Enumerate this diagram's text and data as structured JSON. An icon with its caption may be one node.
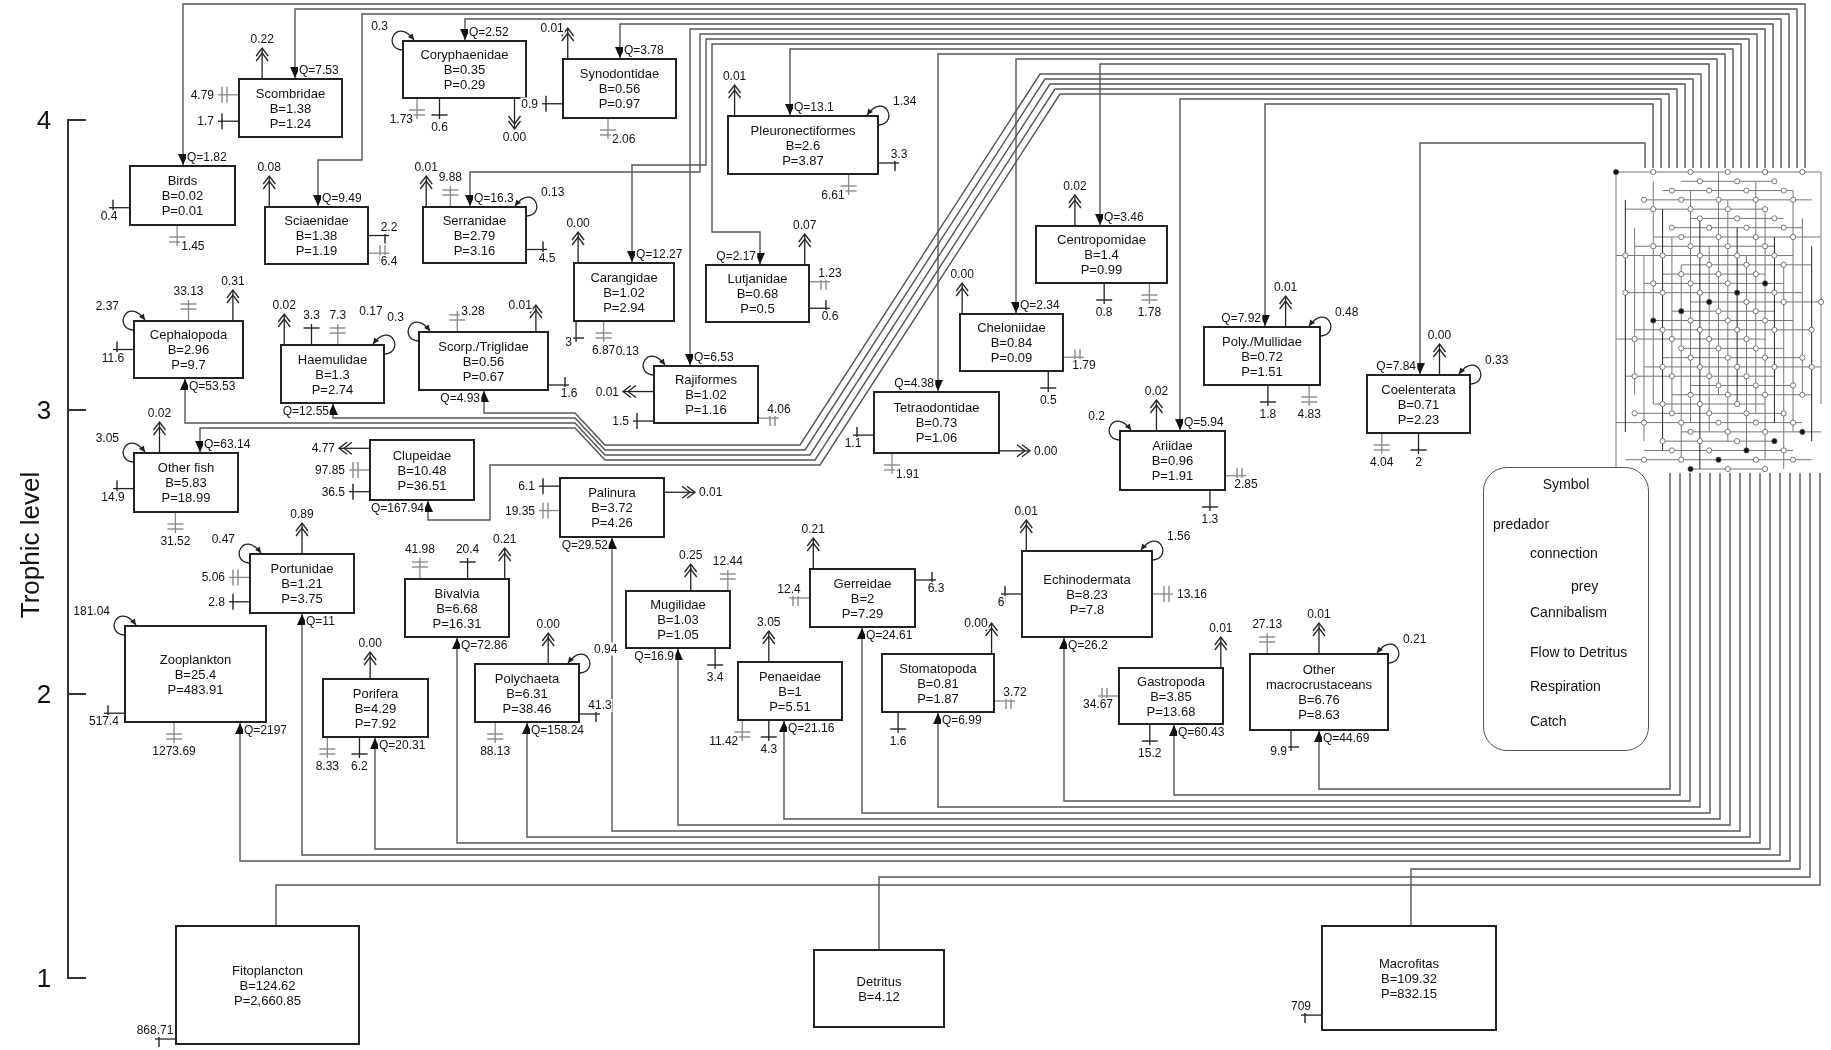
{
  "diagram": {
    "nodes": [
      {
        "text": [
          "Scombridae",
          "B=1.38",
          "P=1.24"
        ]
      },
      {
        "text": [
          "Coryphaenidae",
          "B=0.35",
          "P=0.29"
        ]
      },
      {
        "text": [
          "Synodontidae",
          "B=0.56",
          "P=0.97"
        ]
      },
      {
        "text": [
          "Pleuronectiformes",
          "B=2.6",
          "P=3.87"
        ]
      },
      {
        "text": [
          "Birds",
          "B=0.02",
          "P=0.01"
        ]
      },
      {
        "text": [
          "Sciaenidae",
          "B=1.38",
          "P=1.19"
        ]
      },
      {
        "text": [
          "Serranidae",
          "B=2.79",
          "P=3.16"
        ]
      },
      {
        "text": [
          "Centropomidae",
          "B=1.4",
          "P=0.99"
        ]
      },
      {
        "text": [
          "Carangidae",
          "B=1.02",
          "P=2.94"
        ]
      },
      {
        "text": [
          "Lutjanidae",
          "B=0.68",
          "P=0.5"
        ]
      },
      {
        "text": [
          "Cephalopoda",
          "B=2.96",
          "P=9.7"
        ]
      },
      {
        "text": [
          "Haemulidae",
          "B=1.3",
          "P=2.74"
        ]
      },
      {
        "text": [
          "Scorp./Triglidae",
          "B=0.56",
          "P=0.67"
        ]
      },
      {
        "text": [
          "Cheloniidae",
          "B=0.84",
          "P=0.09"
        ]
      },
      {
        "text": [
          "Poly./Mullidae",
          "B=0.72",
          "P=1.51"
        ]
      },
      {
        "text": [
          "Rajiformes",
          "B=1.02",
          "P=1.16"
        ]
      },
      {
        "text": [
          "Tetraodontidae",
          "B=0.73",
          "P=1.06"
        ]
      },
      {
        "text": [
          "Coelenterata",
          "B=0.71",
          "P=2.23"
        ]
      },
      {
        "text": [
          "Ariidae",
          "B=0.96",
          "P=1.91"
        ]
      },
      {
        "text": [
          "Other fish",
          "B=5.83",
          "P=18.99"
        ]
      },
      {
        "text": [
          "Clupeidae",
          "B=10.48",
          "P=36.51"
        ]
      },
      {
        "text": [
          "Palinura",
          "B=3.72",
          "P=4.26"
        ]
      },
      {
        "text": [
          "Portunidae",
          "B=1.21",
          "P=3.75"
        ]
      },
      {
        "text": [
          "Bivalvia",
          "B=6.68",
          "P=16.31"
        ]
      },
      {
        "text": [
          "Mugilidae",
          "B=1.03",
          "P=1.05"
        ]
      },
      {
        "text": [
          "Gerreidae",
          "B=2",
          "P=7.29"
        ]
      },
      {
        "text": [
          "Echinodermata",
          "B=8.23",
          "P=7.8"
        ]
      },
      {
        "text": [
          "Zooplankton",
          "B=25.4",
          "P=483.91"
        ]
      },
      {
        "text": [
          "Porifera",
          "B=4.29",
          "P=7.92"
        ]
      },
      {
        "text": [
          "Polychaeta",
          "B=6.31",
          "P=38.46"
        ]
      },
      {
        "text": [
          "Penaeidae",
          "B=1",
          "P=5.51"
        ]
      },
      {
        "text": [
          "Stomatopoda",
          "B=0.81",
          "P=1.87"
        ]
      },
      {
        "text": [
          "Gastropoda",
          "B=3.85",
          "P=13.68"
        ]
      },
      {
        "text": [
          "Other macrocrustaceans",
          "B=6.76",
          "P=8.63"
        ]
      },
      {
        "text": [
          "Fitoplancton",
          "B=124.62",
          "P=2,660.85"
        ]
      },
      {
        "text": [
          "Detritus",
          "B=4.12"
        ]
      },
      {
        "text": [
          "Macrofitas",
          "B=109.32",
          "P=832.15"
        ]
      },
      {
        "text": [],
        "shape": "grid"
      }
    ],
    "edges": [
      {
        "from": 37,
        "to": 0,
        "arrow": "to",
        "label": "Q=7.53"
      },
      {
        "from": 0,
        "to": null,
        "arrow": "to",
        "label": "0.22"
      },
      {
        "from": 0,
        "to": null,
        "arrow": "other",
        "label": "4.79",
        "color": "#888888"
      },
      {
        "from": 0,
        "to": null,
        "arrow": "other",
        "label": "1.7"
      },
      {
        "from": 37,
        "to": 1,
        "arrow": "to",
        "label": "Q=2.52"
      },
      {
        "from": 1,
        "to": 1,
        "arrow": "to",
        "label": "0.3"
      },
      {
        "from": 1,
        "to": null,
        "arrow": "other",
        "label": "0.6"
      },
      {
        "from": 1,
        "to": null,
        "arrow": "other",
        "label": "1.73",
        "color": "#888888"
      },
      {
        "from": 1,
        "to": null,
        "arrow": "to",
        "label": "0.00"
      },
      {
        "from": 37,
        "to": 2,
        "arrow": "to",
        "label": "Q=3.78"
      },
      {
        "from": 2,
        "to": null,
        "arrow": "to",
        "label": "0.01"
      },
      {
        "from": 2,
        "to": null,
        "arrow": "other",
        "label": "0.9"
      },
      {
        "from": 2,
        "to": null,
        "arrow": "other",
        "label": "2.06",
        "color": "#888888"
      },
      {
        "from": 37,
        "to": 3,
        "arrow": "to",
        "label": "Q=13.1"
      },
      {
        "from": 3,
        "to": 3,
        "arrow": "to",
        "label": "1.34"
      },
      {
        "from": 3,
        "to": null,
        "arrow": "to",
        "label": "0.01"
      },
      {
        "from": 3,
        "to": null,
        "arrow": "other",
        "label": "3.3"
      },
      {
        "from": 3,
        "to": null,
        "arrow": "other",
        "label": "6.61",
        "color": "#888888"
      },
      {
        "from": 37,
        "to": 4,
        "arrow": "to",
        "label": "Q=1.82"
      },
      {
        "from": 4,
        "to": null,
        "arrow": "other",
        "label": "0.4"
      },
      {
        "from": 4,
        "to": null,
        "arrow": "other",
        "label": "1.45",
        "color": "#888888"
      },
      {
        "from": 37,
        "to": 5,
        "arrow": "to",
        "label": "Q=9.49"
      },
      {
        "from": 5,
        "to": null,
        "arrow": "to",
        "label": "0.08"
      },
      {
        "from": 5,
        "to": null,
        "arrow": "other",
        "label": "2.2"
      },
      {
        "from": 5,
        "to": null,
        "arrow": "other",
        "label": "6.4",
        "color": "#888888"
      },
      {
        "from": 37,
        "to": 6,
        "arrow": "to",
        "label": "Q=16.3"
      },
      {
        "from": 6,
        "to": 6,
        "arrow": "to",
        "label": "0.13"
      },
      {
        "from": 6,
        "to": null,
        "arrow": "to",
        "label": "0.01"
      },
      {
        "from": 6,
        "to": null,
        "arrow": "other",
        "label": "9.88",
        "color": "#888888"
      },
      {
        "from": 6,
        "to": null,
        "arrow": "other",
        "label": "4.5"
      },
      {
        "from": 37,
        "to": 7,
        "arrow": "to",
        "label": "Q=3.46"
      },
      {
        "from": 7,
        "to": null,
        "arrow": "to",
        "label": "0.02"
      },
      {
        "from": 7,
        "to": null,
        "arrow": "other",
        "label": "0.8"
      },
      {
        "from": 7,
        "to": null,
        "arrow": "other",
        "label": "1.78",
        "color": "#888888"
      },
      {
        "from": 37,
        "to": 8,
        "arrow": "to",
        "label": "Q=12.27"
      },
      {
        "from": 8,
        "to": null,
        "arrow": "to",
        "label": "0.00"
      },
      {
        "from": 8,
        "to": null,
        "arrow": "other",
        "label": "3"
      },
      {
        "from": 8,
        "to": null,
        "arrow": "other",
        "label": "6.87",
        "color": "#888888"
      },
      {
        "from": 37,
        "to": 9,
        "arrow": "to",
        "label": "Q=2.17"
      },
      {
        "from": 9,
        "to": null,
        "arrow": "to",
        "label": "0.07"
      },
      {
        "from": 9,
        "to": null,
        "arrow": "other",
        "label": "1.23",
        "color": "#888888"
      },
      {
        "from": 9,
        "to": null,
        "arrow": "other",
        "label": "0.6"
      },
      {
        "from": 37,
        "to": 10,
        "arrow": "to",
        "label": "Q=53.53"
      },
      {
        "from": 10,
        "to": 10,
        "arrow": "to",
        "label": "2.37"
      },
      {
        "from": 10,
        "to": null,
        "arrow": "other",
        "label": "33.13",
        "color": "#888888"
      },
      {
        "from": 10,
        "to": null,
        "arrow": "to",
        "label": "0.31"
      },
      {
        "from": 10,
        "to": null,
        "arrow": "other",
        "label": "11.6"
      },
      {
        "from": 37,
        "to": 11,
        "arrow": "to",
        "label": "Q=12.55"
      },
      {
        "from": 11,
        "to": 11,
        "arrow": "to",
        "label": "0.17"
      },
      {
        "from": 11,
        "to": null,
        "arrow": "to",
        "label": "0.02"
      },
      {
        "from": 11,
        "to": null,
        "arrow": "other",
        "label": "3.3"
      },
      {
        "from": 11,
        "to": null,
        "arrow": "other",
        "label": "7.3",
        "color": "#888888"
      },
      {
        "from": 37,
        "to": 12,
        "arrow": "to",
        "label": "Q=4.93"
      },
      {
        "from": 12,
        "to": 12,
        "arrow": "to",
        "label": "0.3"
      },
      {
        "from": 12,
        "to": null,
        "arrow": "other",
        "label": "3.28",
        "color": "#888888"
      },
      {
        "from": 12,
        "to": null,
        "arrow": "to",
        "label": "0.01"
      },
      {
        "from": 12,
        "to": null,
        "arrow": "other",
        "label": "1.6"
      },
      {
        "from": 37,
        "to": 13,
        "arrow": "to",
        "label": "Q=2.34"
      },
      {
        "from": 13,
        "to": null,
        "arrow": "to",
        "label": "0.00"
      },
      {
        "from": 13,
        "to": null,
        "arrow": "other",
        "label": "1.79",
        "color": "#888888"
      },
      {
        "from": 13,
        "to": null,
        "arrow": "other",
        "label": "0.5"
      },
      {
        "from": 37,
        "to": 14,
        "arrow": "to",
        "label": "Q=7.92"
      },
      {
        "from": 14,
        "to": 14,
        "arrow": "to",
        "label": "0.48"
      },
      {
        "from": 14,
        "to": null,
        "arrow": "to",
        "label": "0.01"
      },
      {
        "from": 14,
        "to": null,
        "arrow": "other",
        "label": "1.8"
      },
      {
        "from": 14,
        "to": null,
        "arrow": "other",
        "label": "4.83",
        "color": "#888888"
      },
      {
        "from": 37,
        "to": 15,
        "arrow": "to",
        "label": "Q=6.53"
      },
      {
        "from": 15,
        "to": 15,
        "arrow": "to",
        "label": "0.13"
      },
      {
        "from": 15,
        "to": null,
        "arrow": "to",
        "label": "0.01"
      },
      {
        "from": 15,
        "to": null,
        "arrow": "other",
        "label": "1.5"
      },
      {
        "from": 15,
        "to": null,
        "arrow": "other",
        "label": "4.06",
        "color": "#888888"
      },
      {
        "from": 37,
        "to": 16,
        "arrow": "to",
        "label": "Q=4.38"
      },
      {
        "from": 16,
        "to": null,
        "arrow": "other",
        "label": "1.1"
      },
      {
        "from": 16,
        "to": null,
        "arrow": "other",
        "label": "1.91",
        "color": "#888888"
      },
      {
        "from": 16,
        "to": null,
        "arrow": "to",
        "label": "0.00"
      },
      {
        "from": 37,
        "to": 17,
        "arrow": "to",
        "label": "Q=7.84"
      },
      {
        "from": 17,
        "to": 17,
        "arrow": "to",
        "label": "0.33"
      },
      {
        "from": 17,
        "to": null,
        "arrow": "to",
        "label": "0.00"
      },
      {
        "from": 17,
        "to": null,
        "arrow": "other",
        "label": "4.04",
        "color": "#888888"
      },
      {
        "from": 17,
        "to": null,
        "arrow": "other",
        "label": "2"
      },
      {
        "from": 37,
        "to": 18,
        "arrow": "to",
        "label": "Q=5.94"
      },
      {
        "from": 18,
        "to": 18,
        "arrow": "to",
        "label": "0.2"
      },
      {
        "from": 18,
        "to": null,
        "arrow": "to",
        "label": "0.02"
      },
      {
        "from": 18,
        "to": null,
        "arrow": "other",
        "label": "2.85",
        "color": "#888888"
      },
      {
        "from": 18,
        "to": null,
        "arrow": "other",
        "label": "1.3"
      },
      {
        "from": 37,
        "to": 19,
        "arrow": "to",
        "label": "Q=63.14"
      },
      {
        "from": 19,
        "to": 19,
        "arrow": "to",
        "label": "3.05"
      },
      {
        "from": 19,
        "to": null,
        "arrow": "to",
        "label": "0.02"
      },
      {
        "from": 19,
        "to": null,
        "arrow": "other",
        "label": "14.9"
      },
      {
        "from": 19,
        "to": null,
        "arrow": "other",
        "label": "31.52",
        "color": "#888888"
      },
      {
        "from": 37,
        "to": 20,
        "arrow": "to",
        "label": "Q=167.94"
      },
      {
        "from": 20,
        "to": null,
        "arrow": "to",
        "label": "4.77"
      },
      {
        "from": 20,
        "to": null,
        "arrow": "other",
        "label": "97.85",
        "color": "#888888"
      },
      {
        "from": 20,
        "to": null,
        "arrow": "other",
        "label": "36.5"
      },
      {
        "from": 37,
        "to": 21,
        "arrow": "to",
        "label": "Q=29.52"
      },
      {
        "from": 21,
        "to": null,
        "arrow": "other",
        "label": "6.1"
      },
      {
        "from": 21,
        "to": null,
        "arrow": "other",
        "label": "19.35",
        "color": "#888888"
      },
      {
        "from": 21,
        "to": null,
        "arrow": "to",
        "label": "0.01"
      },
      {
        "from": 37,
        "to": 22,
        "arrow": "to",
        "label": "Q=11"
      },
      {
        "from": 22,
        "to": 22,
        "arrow": "to",
        "label": "0.47"
      },
      {
        "from": 22,
        "to": null,
        "arrow": "to",
        "label": "0.89"
      },
      {
        "from": 22,
        "to": null,
        "arrow": "other",
        "label": "5.06",
        "color": "#888888"
      },
      {
        "from": 22,
        "to": null,
        "arrow": "other",
        "label": "2.8"
      },
      {
        "from": 37,
        "to": 23,
        "arrow": "to",
        "label": "Q=72.86"
      },
      {
        "from": 23,
        "to": null,
        "arrow": "other",
        "label": "41.98",
        "color": "#888888"
      },
      {
        "from": 23,
        "to": null,
        "arrow": "other",
        "label": "20.4"
      },
      {
        "from": 23,
        "to": null,
        "arrow": "to",
        "label": "0.21"
      },
      {
        "from": 37,
        "to": 24,
        "arrow": "to",
        "label": "Q=16.9"
      },
      {
        "from": 24,
        "to": null,
        "arrow": "to",
        "label": "0.25"
      },
      {
        "from": 24,
        "to": null,
        "arrow": "other",
        "label": "12.44",
        "color": "#888888"
      },
      {
        "from": 24,
        "to": null,
        "arrow": "other",
        "label": "3.4"
      },
      {
        "from": 37,
        "to": 25,
        "arrow": "to",
        "label": "Q=24.61"
      },
      {
        "from": 25,
        "to": null,
        "arrow": "to",
        "label": "0.21"
      },
      {
        "from": 25,
        "to": null,
        "arrow": "other",
        "label": "12.4",
        "color": "#888888"
      },
      {
        "from": 25,
        "to": null,
        "arrow": "other",
        "label": "6.3"
      },
      {
        "from": 37,
        "to": 26,
        "arrow": "to",
        "label": "Q=26.2"
      },
      {
        "from": 26,
        "to": 26,
        "arrow": "to",
        "label": "1.56"
      },
      {
        "from": 26,
        "to": null,
        "arrow": "to",
        "label": "0.01"
      },
      {
        "from": 26,
        "to": null,
        "arrow": "other",
        "label": "6"
      },
      {
        "from": 26,
        "to": null,
        "arrow": "other",
        "label": "13.16",
        "color": "#888888"
      },
      {
        "from": 37,
        "to": 27,
        "arrow": "to",
        "label": "Q=2197"
      },
      {
        "from": 27,
        "to": 27,
        "arrow": "to",
        "label": "181.04"
      },
      {
        "from": 27,
        "to": null,
        "arrow": "other",
        "label": "517.4"
      },
      {
        "from": 27,
        "to": null,
        "arrow": "other",
        "label": "1273.69",
        "color": "#888888"
      },
      {
        "from": 37,
        "to": 28,
        "arrow": "to",
        "label": "Q=20.31"
      },
      {
        "from": 28,
        "to": null,
        "arrow": "to",
        "label": "0.00"
      },
      {
        "from": 28,
        "to": null,
        "arrow": "other",
        "label": "8.33",
        "color": "#888888"
      },
      {
        "from": 28,
        "to": null,
        "arrow": "other",
        "label": "6.2"
      },
      {
        "from": 37,
        "to": 29,
        "arrow": "to",
        "label": "Q=158.24"
      },
      {
        "from": 29,
        "to": 29,
        "arrow": "to",
        "label": "0.94"
      },
      {
        "from": 29,
        "to": null,
        "arrow": "to",
        "label": "0.00"
      },
      {
        "from": 29,
        "to": null,
        "arrow": "other",
        "label": "88.13",
        "color": "#888888"
      },
      {
        "from": 29,
        "to": null,
        "arrow": "other",
        "label": "41.3"
      },
      {
        "from": 37,
        "to": 30,
        "arrow": "to",
        "label": "Q=21.16"
      },
      {
        "from": 30,
        "to": null,
        "arrow": "to",
        "label": "3.05"
      },
      {
        "from": 30,
        "to": null,
        "arrow": "other",
        "label": "11.42",
        "color": "#888888"
      },
      {
        "from": 30,
        "to": null,
        "arrow": "other",
        "label": "4.3"
      },
      {
        "from": 37,
        "to": 31,
        "arrow": "to",
        "label": "Q=6.99"
      },
      {
        "from": 31,
        "to": null,
        "arrow": "to",
        "label": "0.00"
      },
      {
        "from": 31,
        "to": null,
        "arrow": "other",
        "label": "3.72",
        "color": "#888888"
      },
      {
        "from": 31,
        "to": null,
        "arrow": "other",
        "label": "1.6"
      },
      {
        "from": 37,
        "to": 32,
        "arrow": "to",
        "label": "Q=60.43"
      },
      {
        "from": 32,
        "to": null,
        "arrow": "to",
        "label": "0.01"
      },
      {
        "from": 32,
        "to": null,
        "arrow": "other",
        "label": "34.67",
        "color": "#888888"
      },
      {
        "from": 32,
        "to": null,
        "arrow": "other",
        "label": "15.2"
      },
      {
        "from": 37,
        "to": 33,
        "arrow": "to",
        "label": "Q=44.69"
      },
      {
        "from": 33,
        "to": 33,
        "arrow": "to",
        "label": "0.21"
      },
      {
        "from": 33,
        "to": null,
        "arrow": "other",
        "label": "27.13",
        "color": "#888888"
      },
      {
        "from": 33,
        "to": null,
        "arrow": "to",
        "label": "0.01"
      },
      {
        "from": 33,
        "to": null,
        "arrow": "other",
        "label": "9.9"
      },
      {
        "from": 34,
        "to": 37,
        "arrow": "none"
      },
      {
        "from": 34,
        "to": null,
        "arrow": "other",
        "label": "868.71"
      },
      {
        "from": 35,
        "to": 37,
        "arrow": "none"
      },
      {
        "from": 36,
        "to": 37,
        "arrow": "none"
      },
      {
        "from": 36,
        "to": null,
        "arrow": "other",
        "label": "709"
      }
    ],
    "labels": [
      "4",
      "3",
      "Trophic level",
      "2",
      "1",
      "Symbol"
    ],
    "legend": [
      {
        "text": "predador"
      },
      {
        "text": "connection"
      },
      {
        "text": "prey"
      },
      {
        "text": "Cannibalism"
      },
      {
        "text": "Flow to Detritus"
      },
      {
        "text": "Respiration"
      },
      {
        "text": "Catch"
      }
    ]
  }
}
